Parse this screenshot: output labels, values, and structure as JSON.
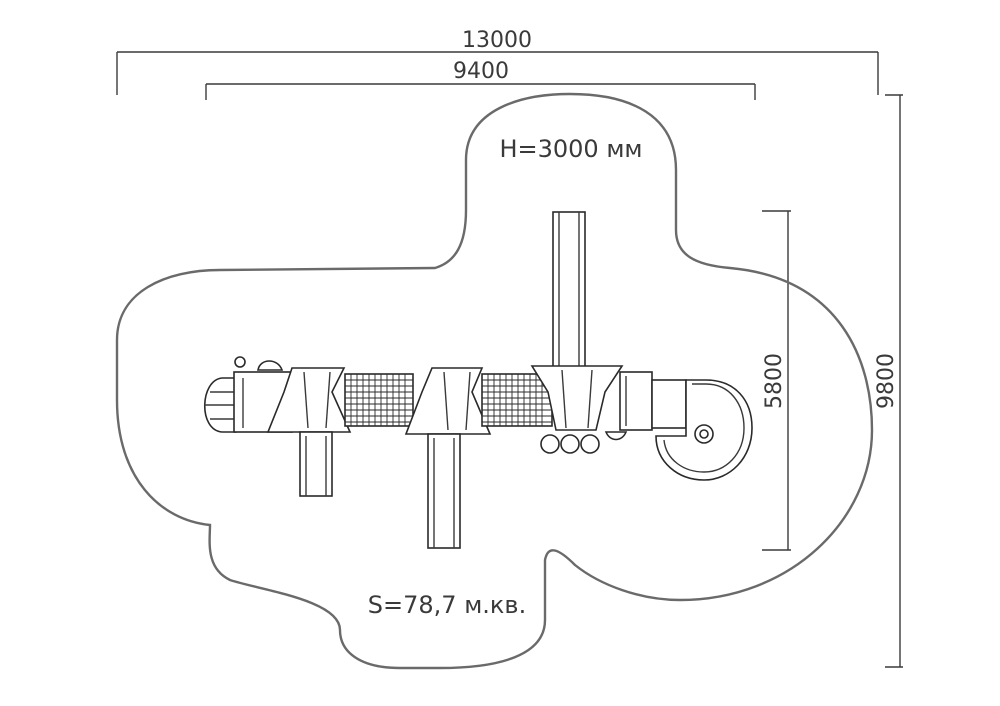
{
  "dimensions": {
    "overall_width": "13000",
    "platform_width": "9400",
    "structure_depth": "5800",
    "overall_depth": "9800"
  },
  "notes": {
    "height": "H=3000 мм",
    "area": "S=78,7 м.кв."
  },
  "colors": {
    "outline": "#6a6a6a",
    "lines": "#2a2a2a",
    "text": "#3a3a3a"
  }
}
